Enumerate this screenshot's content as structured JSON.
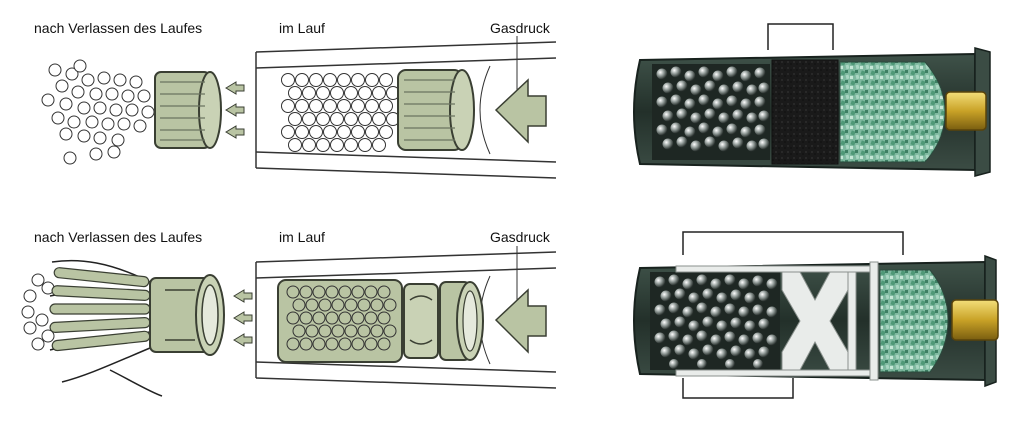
{
  "top_row": {
    "after_barrel_label": "nach Verlassen des Laufes",
    "in_barrel_label": "im Lauf",
    "gas_pressure_label": "Gasdruck"
  },
  "bottom_row": {
    "after_barrel_label": "nach Verlassen des Laufes",
    "in_barrel_label": "im Lauf",
    "gas_pressure_label": "Gasdruck"
  },
  "colors": {
    "wad_green": "#b9c4a3",
    "wad_stroke": "#3a3f33",
    "cartridge_dark": "#2b3a33",
    "powder_green": "#5faa8a",
    "primer_brass": "#c9a227",
    "felt_wad": "#1c1c1c",
    "plastic_wad": "#e9ecea"
  }
}
